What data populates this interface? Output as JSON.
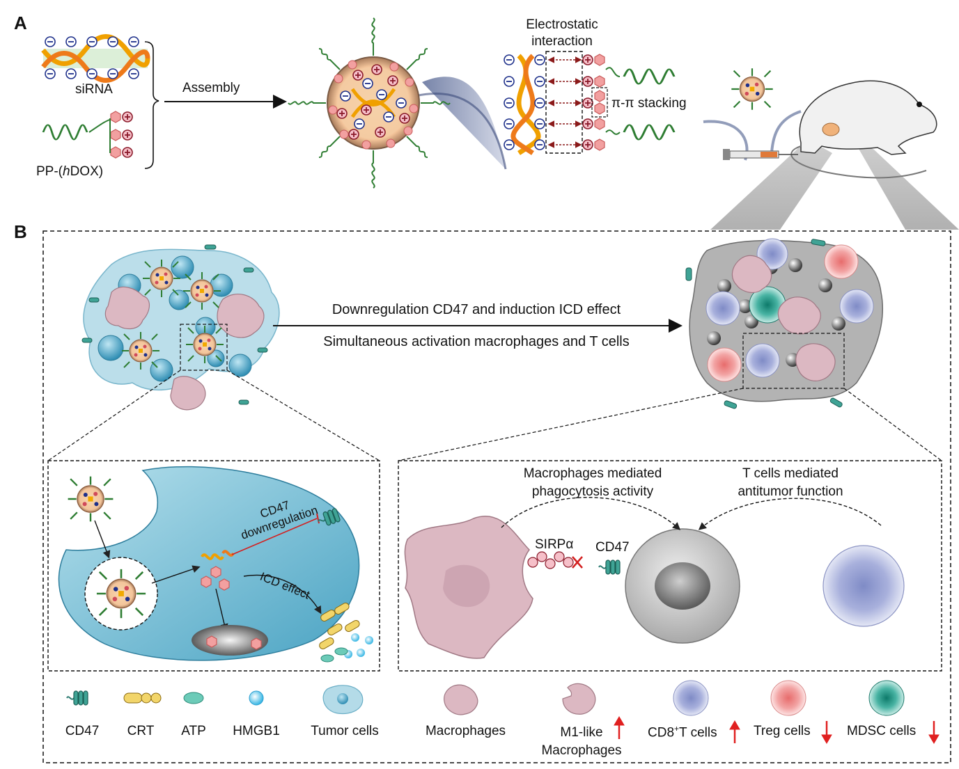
{
  "panel_a": {
    "letter": "A",
    "sirna_label": "siRNA",
    "pp_label_prefix": "PP-(",
    "pp_label_italic": "h",
    "pp_label_suffix": "DOX)",
    "assembly_label": "Assembly",
    "electrostatic_line1": "Electrostatic",
    "electrostatic_line2": "interaction",
    "pi_stacking_label": "π-π stacking"
  },
  "panel_b": {
    "letter": "B",
    "arrow_line1": "Downregulation CD47 and induction ICD effect",
    "arrow_line2": "Simultaneous activation macrophages and T cells",
    "cd47_down_line1": "CD47",
    "cd47_down_line2": "downregulation",
    "icd_effect_label": "ICD effect",
    "macro_mediated_line1": "Macrophages mediated",
    "macro_mediated_line2": "phagocytosis activity",
    "tcell_mediated_line1": "T cells mediated",
    "tcell_mediated_line2": "antitumor function",
    "sirpa_label": "SIRPα",
    "cd47_label": "CD47"
  },
  "legend": {
    "items": [
      {
        "label": "CD47",
        "icon": "cd47-icon"
      },
      {
        "label": "CRT",
        "icon": "crt-icon"
      },
      {
        "label": "ATP",
        "icon": "atp-icon"
      },
      {
        "label": "HMGB1",
        "icon": "hmgb1-icon"
      },
      {
        "label": "Tumor cells",
        "icon": "tumor-cell-icon"
      },
      {
        "label": "Macrophages",
        "icon": "macrophage-icon"
      },
      {
        "label": "M1-like",
        "label2": "Macrophages",
        "icon": "m1-macrophage-icon",
        "trend": "up"
      },
      {
        "label_main": "CD8",
        "label_sup": "+",
        "label_rest": "T cells",
        "icon": "cd8-t-cell-icon",
        "trend": "up"
      },
      {
        "label": "Treg cells",
        "icon": "treg-cell-icon",
        "trend": "down"
      },
      {
        "label": "MDSC cells",
        "icon": "mdsc-cell-icon",
        "trend": "down"
      }
    ]
  },
  "colors": {
    "tumor_cell": "#a9d3e4",
    "tumor_nucleus": "#3c9fc0",
    "macrophage": "#dcb8c2",
    "cd8": "#c8cde6",
    "treg": "#f2a6a6",
    "mdsc": "#2a9c8a",
    "polymer": "#2e7d32",
    "arrow_red": "#e02020"
  }
}
